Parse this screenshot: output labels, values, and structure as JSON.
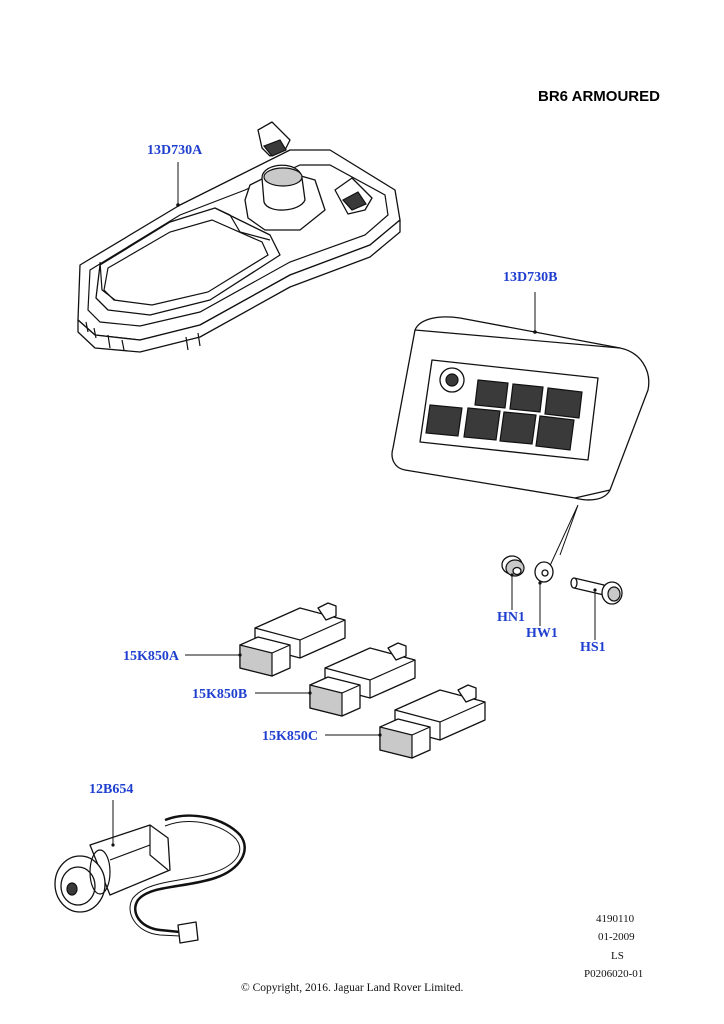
{
  "header": {
    "variant": "BR6 ARMOURED"
  },
  "labels": {
    "part_13D730A": "13D730A",
    "part_13D730B": "13D730B",
    "part_HN1": "HN1",
    "part_HW1": "HW1",
    "part_HS1": "HS1",
    "part_15K850A": "15K850A",
    "part_15K850B": "15K850B",
    "part_15K850C": "15K850C",
    "part_12B654": "12B654"
  },
  "drawing_info": {
    "number": "4190110",
    "date": "01-2009",
    "code": "LS",
    "ref": "P0206020-01"
  },
  "footer": {
    "copyright": "© Copyright, 2016. Jaguar Land Rover Limited."
  },
  "colors": {
    "label_blue": "#1f3fcf",
    "line": "#111111"
  }
}
